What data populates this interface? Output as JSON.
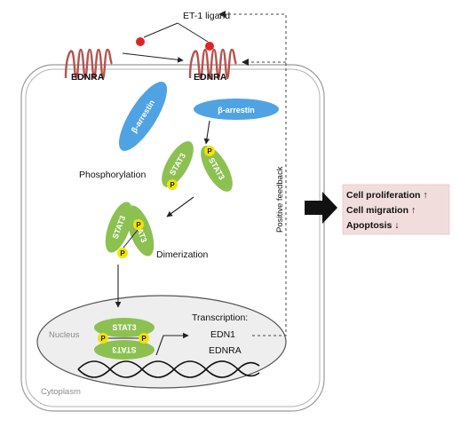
{
  "ligand_label": "ET-1 ligand",
  "receptor_left": "EDNRA",
  "receptor_right": "EDNRA",
  "arrestin_left": "β-arrestin",
  "arrestin_right": "β-arrestin",
  "phosphorylation_label": "Phosphorylation",
  "stat3": "STAT3",
  "p_label": "P",
  "dimerization_label": "Dimerization",
  "nucleus_label": "Nucleus",
  "cytoplasm_label": "Cytoplasm",
  "transcription": {
    "heading": "Transcription:",
    "genes": [
      "EDN1",
      "EDNRA"
    ]
  },
  "feedback_label": "Positive feedback",
  "outcomes": [
    {
      "text": "Cell proliferation",
      "direction": "↑"
    },
    {
      "text": "Cell migration",
      "direction": "↑"
    },
    {
      "text": "Apoptosis",
      "direction": "↓"
    }
  ],
  "colors": {
    "receptor": "#b5534f",
    "ligand": "#e02424",
    "arrestin": "#4fa3e3",
    "stat3": "#8cc152",
    "phospho": "#f3e300",
    "outcome_box": "#f2dddd"
  }
}
